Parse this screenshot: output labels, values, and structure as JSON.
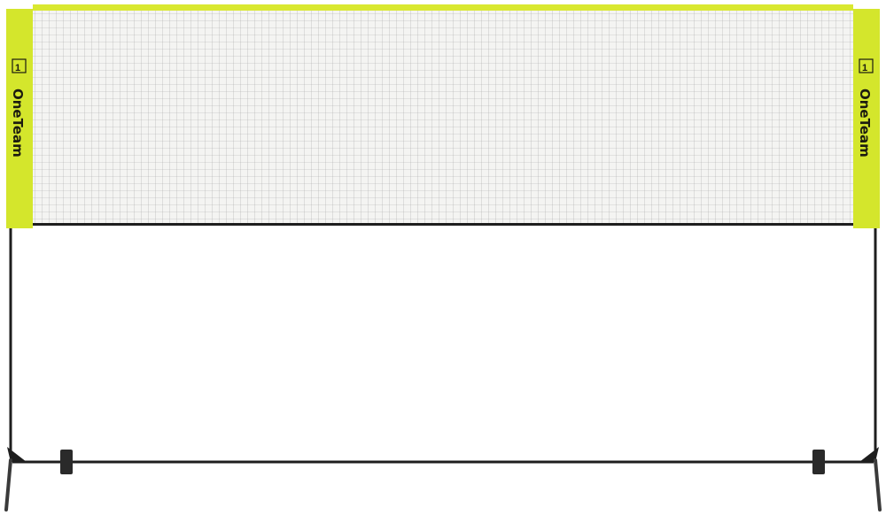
{
  "product": {
    "brand_name_left": "OneTeam",
    "brand_name_right": "OneTeam",
    "logo_mark": "1"
  },
  "colors": {
    "net_tape": "#d9e830",
    "frame": "#1e1e1e",
    "net_mesh": "#9a9a9a",
    "background": "#ffffff"
  }
}
